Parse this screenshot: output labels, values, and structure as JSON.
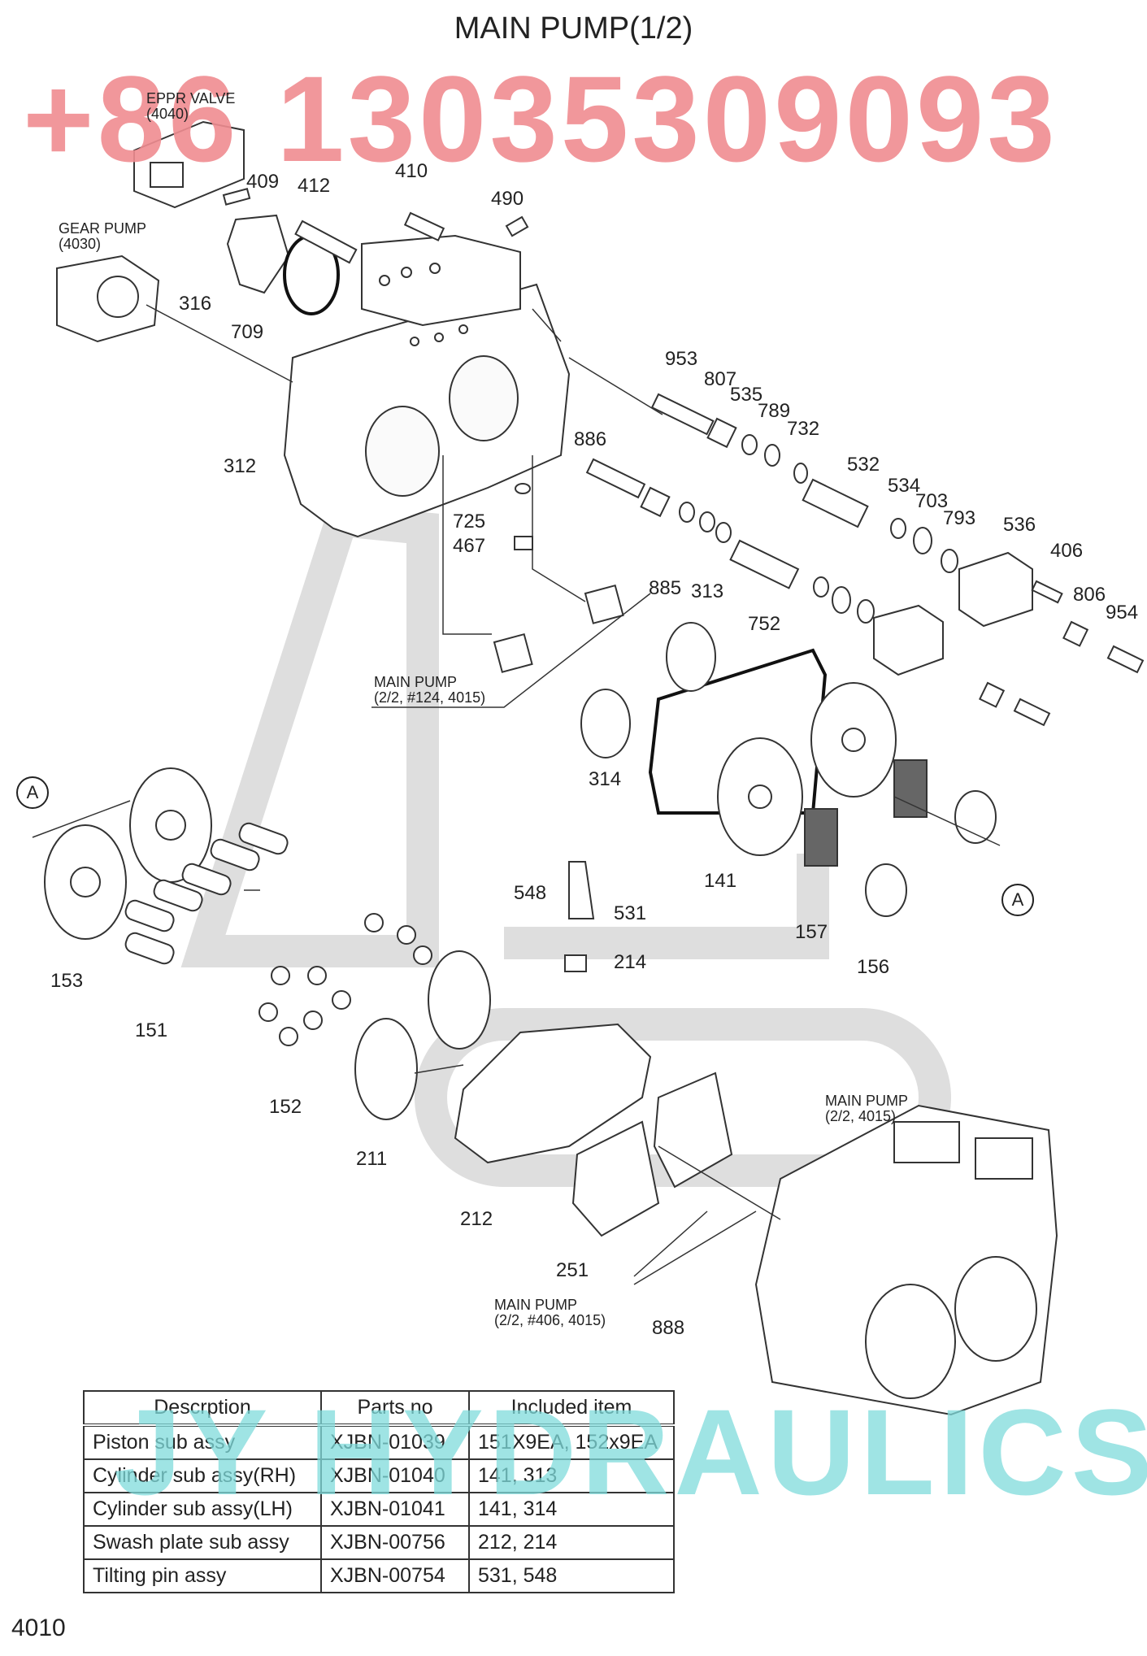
{
  "title": "MAIN PUMP(1/2)",
  "watermark_phone": "+86 13035309093",
  "watermark_brand": "JY HYDRAULICS",
  "sub_assemblies": {
    "eppr_valve": [
      "EPPR VALVE",
      "(4040)"
    ],
    "gear_pump": [
      "GEAR PUMP",
      "(4030)"
    ],
    "ref_124": [
      "MAIN PUMP",
      "(2/2, #124, 4015)"
    ],
    "ref_4015": [
      "MAIN PUMP",
      "(2/2, 4015)"
    ],
    "ref_406": [
      "MAIN PUMP",
      "(2/2, #406, 4015)"
    ]
  },
  "view_callout": "A",
  "part_numbers": [
    "409",
    "412",
    "410",
    "490",
    "316",
    "709",
    "312",
    "953",
    "807",
    "535",
    "789",
    "732",
    "886",
    "532",
    "534",
    "703",
    "793",
    "536",
    "406",
    "725",
    "467",
    "806",
    "954",
    "885",
    "313",
    "752",
    "314",
    "141",
    "157",
    "156",
    "548",
    "531",
    "214",
    "153",
    "151",
    "152",
    "211",
    "212",
    "251",
    "888"
  ],
  "table": {
    "headers": [
      "Descrption",
      "Parts no",
      "Included item"
    ],
    "rows": [
      [
        "Piston sub assy",
        "XJBN-01039",
        "151X9EA, 152x9EA"
      ],
      [
        "Cylinder sub assy(RH)",
        "XJBN-01040",
        "141, 313"
      ],
      [
        "Cylinder sub assy(LH)",
        "XJBN-01041",
        "141, 314"
      ],
      [
        "Swash plate sub assy",
        "XJBN-00756",
        "212, 214"
      ],
      [
        "Tilting pin assy",
        "XJBN-00754",
        "531, 548"
      ]
    ]
  },
  "page_number": "4010"
}
